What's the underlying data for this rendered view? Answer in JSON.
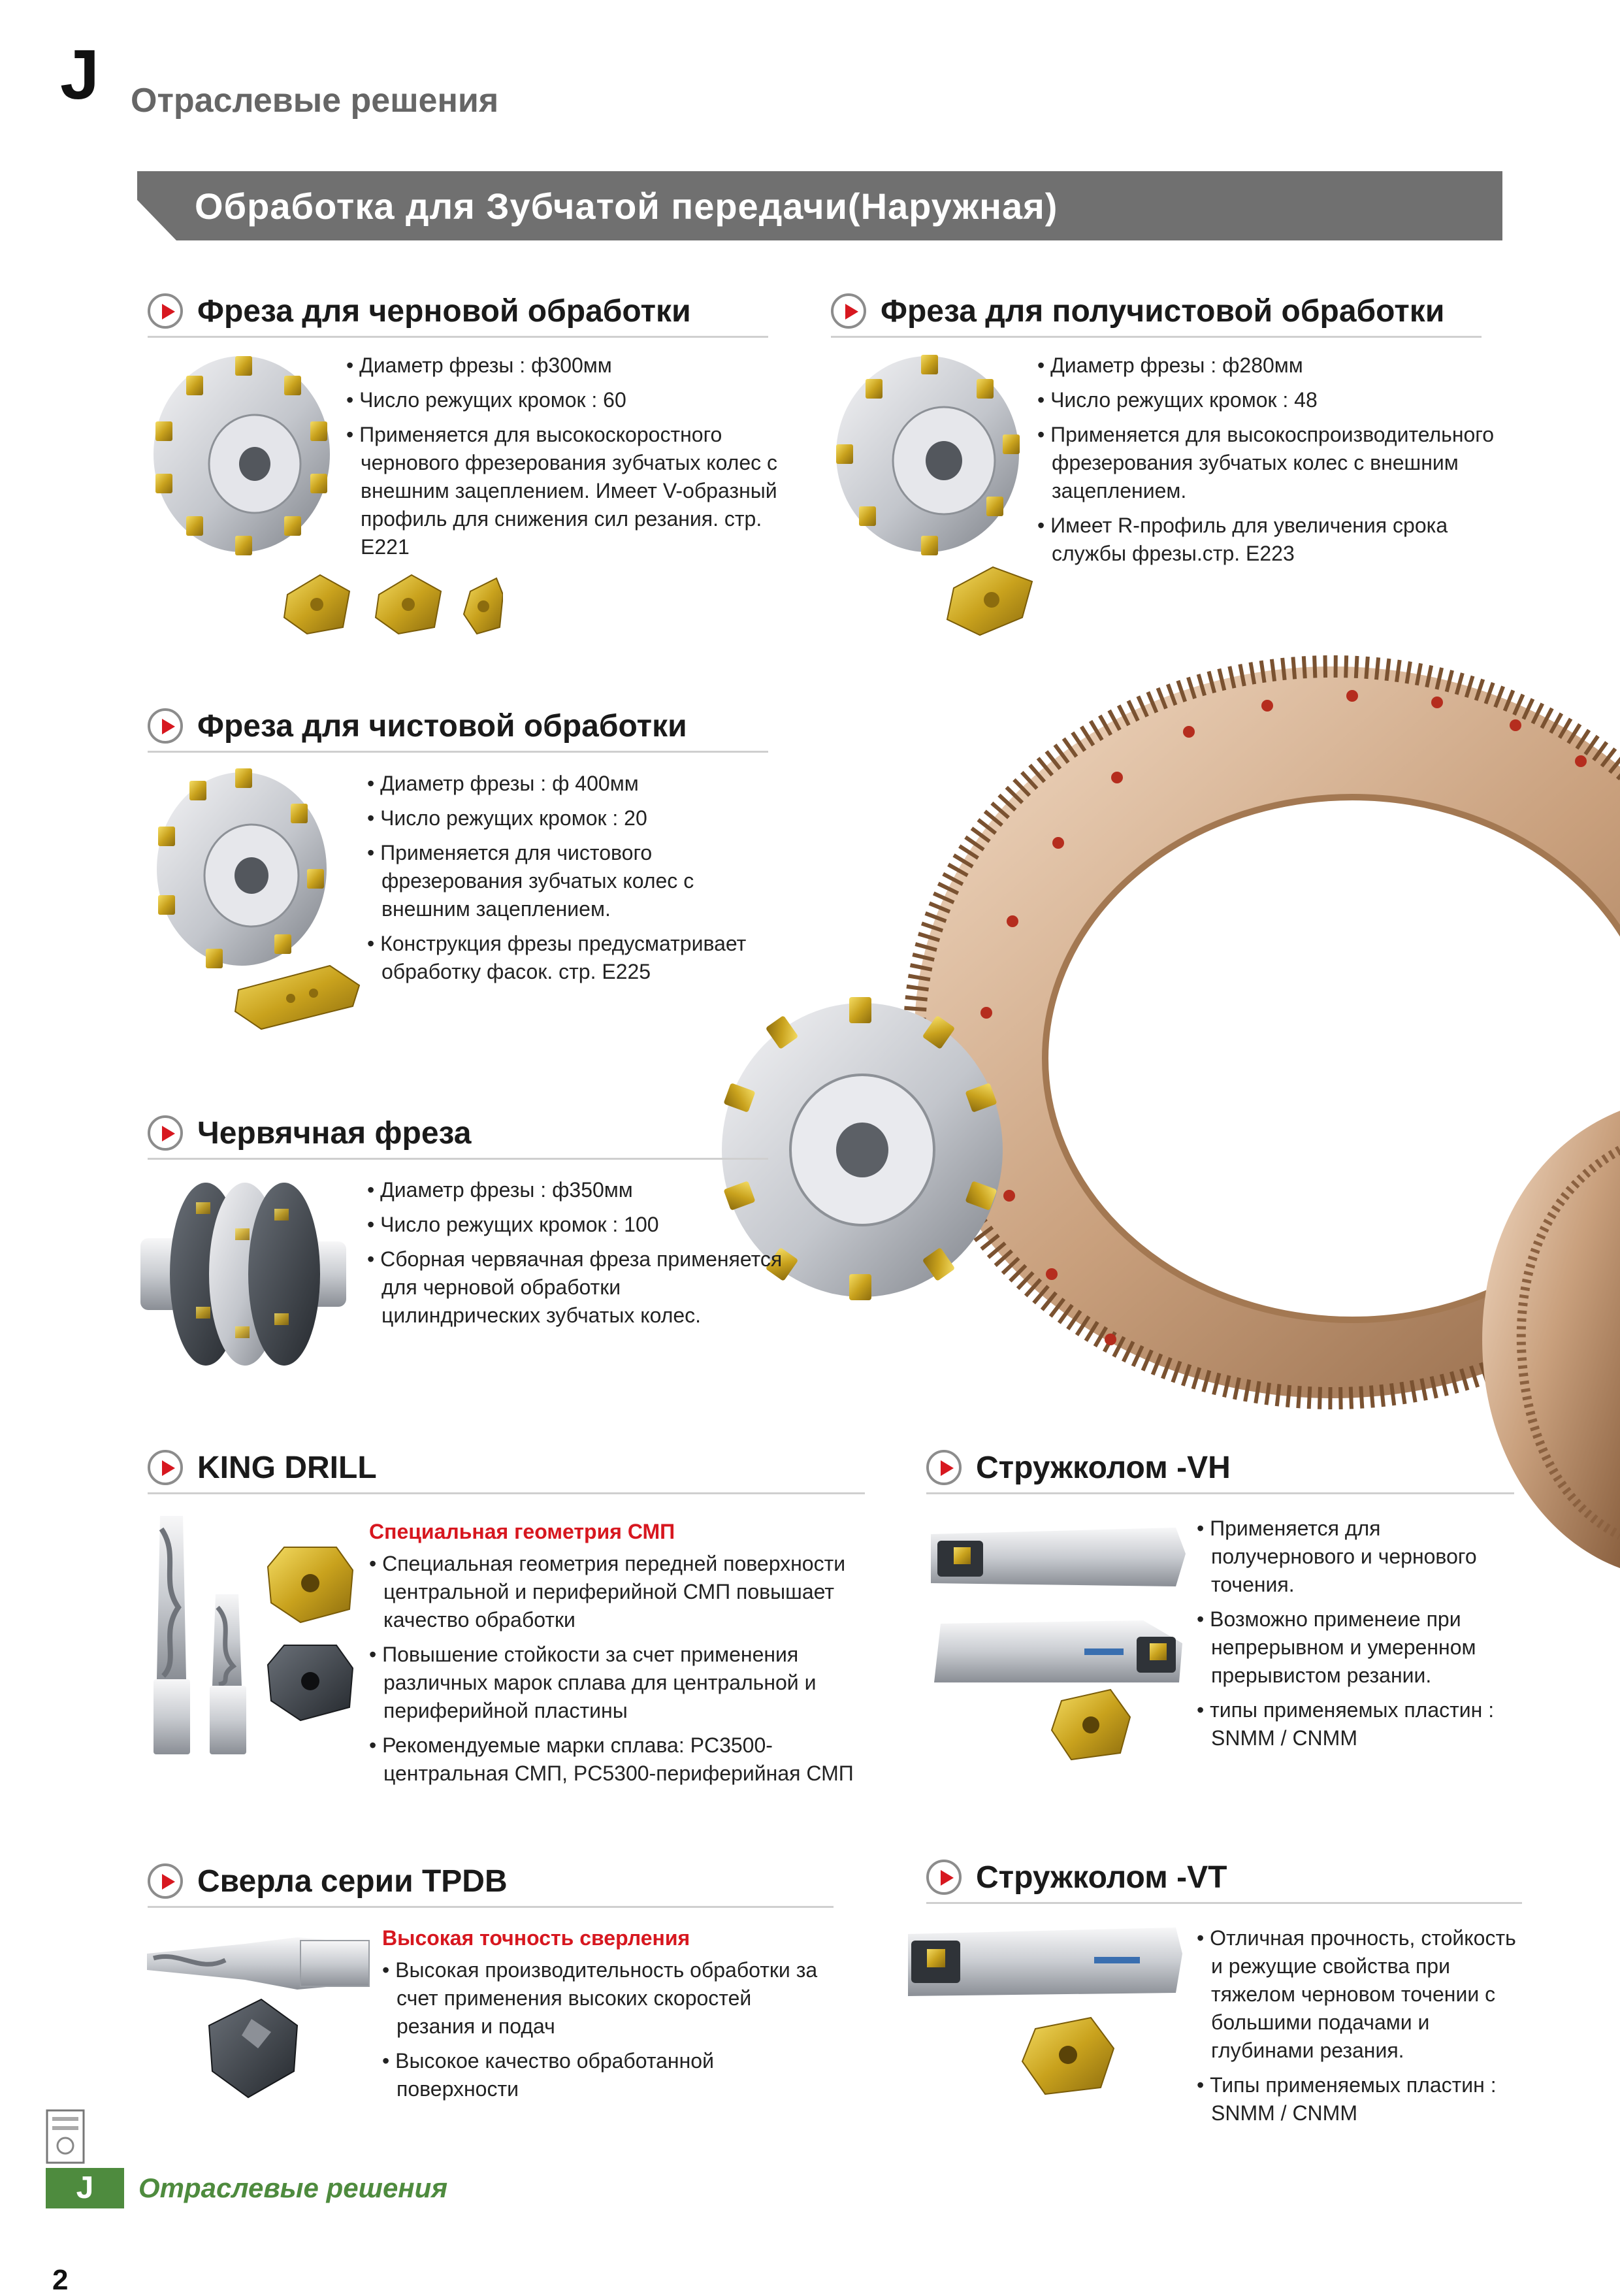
{
  "header": {
    "letter": "J",
    "title": "Отраслевые решения"
  },
  "banner": {
    "title": "Обработка для Зубчатой передачи(Наружная)"
  },
  "sections": {
    "rough": {
      "title": "Фреза для черновой обработки",
      "bullets": [
        "Диаметр фрезы : ф300мм",
        "Число режущих кромок : 60",
        "Применяется для высокоскоростного чернового фрезерования зубчатых колес с внешним зацеплением. Имеет V-образный профиль для снижения сил резания. стр. E221"
      ]
    },
    "semi": {
      "title": "Фреза для получистовой обработки",
      "bullets": [
        "Диаметр фрезы : ф280мм",
        "Число режущих кромок   : 48",
        "Применяется для высокоспроизводительного фрезерования зубчатых колес с внешним зацеплением.",
        "Имеет R-профиль для увеличения срока службы фрезы.стр. E223"
      ]
    },
    "finish": {
      "title": "Фреза для чистовой обработки",
      "bullets": [
        "Диаметр фрезы : ф 400мм",
        "Число режущих кромок   : 20",
        "Применяется для чистового фрезерования зубчатых колес с внешним зацеплением.",
        "Конструкция фрезы предусматривает обработку фасок. стр. E225"
      ]
    },
    "worm": {
      "title": "Червячная фреза",
      "bullets": [
        "Диаметр фрезы : ф350мм",
        "Число режущих кромок   : 100",
        "Сборная червяачная фреза применяется для черновой обработки цилиндрических зубчатых колес."
      ]
    },
    "kingdrill": {
      "title": "KING DRILL",
      "subtitle": "Специальная геометрия СМП",
      "bullets": [
        "Специальная геометрия передней поверхности центральной и периферийной СМП повышает качество обработки",
        "Повышение стойкости за счет применения различных марок сплава для центральной и периферийной пластины",
        "Рекомендуемые марки сплава: PC3500-центральная СМП, PC5300-периферийная СМП"
      ]
    },
    "vh": {
      "title": "Стружколом -VH",
      "bullets": [
        "Применяется для получернового и чернового точения.",
        "Возможно применеие при непрерывном и умеренном прерывистом резании.",
        "типы применяемых пластин : SNMM / CNMM"
      ]
    },
    "tpdb": {
      "title": "Сверла серии TPDB",
      "subtitle": "Высокая точность сверления",
      "bullets": [
        "Высокая производительность обработки за счет применения высоких скоростей резания и подач",
        "Высокое качество обработанной поверхности"
      ]
    },
    "vt": {
      "title": "Стружколом -VT",
      "bullets": [
        "Отличная прочность, стойкость и режущие свойства при тяжелом черновом точении с большими подачами и глубинами резания.",
        "Типы применяемых пластин : SNMM / CNMM"
      ]
    }
  },
  "footer": {
    "tab_letter": "J",
    "tab_text": "Отраслевые решения",
    "page": "2"
  },
  "colors": {
    "accent_red": "#d7171f",
    "banner_gray": "#707070",
    "tab_green": "#4e8b3e",
    "gold": "#c9a21d",
    "bronze": "#c9a07d"
  }
}
